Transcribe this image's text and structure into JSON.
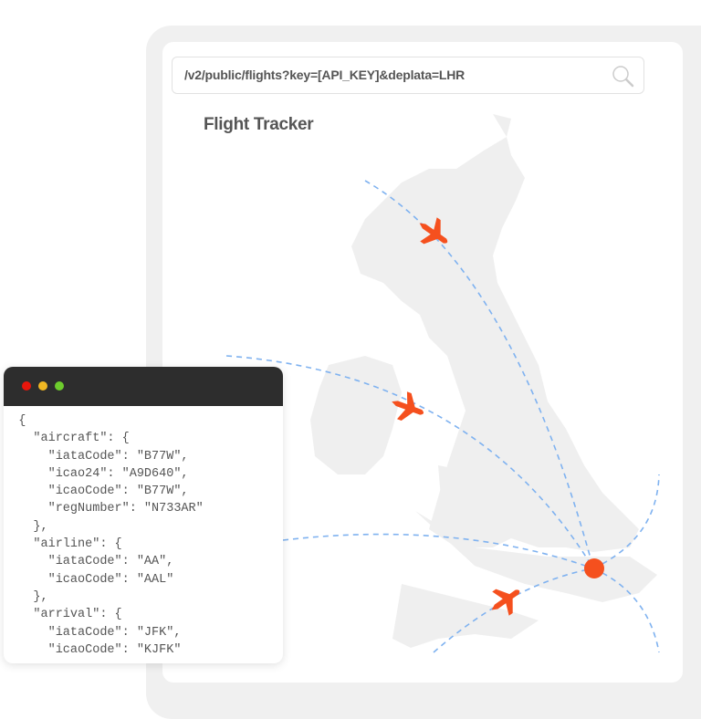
{
  "search": {
    "value": "/v2/public/flights?key=[API_KEY]&deplata=LHR",
    "icon": "search-icon"
  },
  "page": {
    "title": "Flight Tracker"
  },
  "colors": {
    "accent": "#f5501e",
    "route": "#7fb2f0",
    "map": "#efefef"
  },
  "code_window": {
    "dots": [
      "#e8160c",
      "#f0b723",
      "#6dcc2d"
    ],
    "lines": [
      "  {",
      "    \"aircraft\": {",
      "      \"iataCode\": \"B77W\",",
      "      \"icao24\": \"A9D640\",",
      "      \"icaoCode\": \"B77W\",",
      "      \"regNumber\": \"N733AR\"",
      "    },",
      "    \"airline\": {",
      "      \"iataCode\": \"AA\",",
      "      \"icaoCode\": \"AAL\"",
      "    },",
      "    \"arrival\": {",
      "      \"iataCode\": \"JFK\",",
      "      \"icaoCode\": \"KJFK\""
    ]
  }
}
